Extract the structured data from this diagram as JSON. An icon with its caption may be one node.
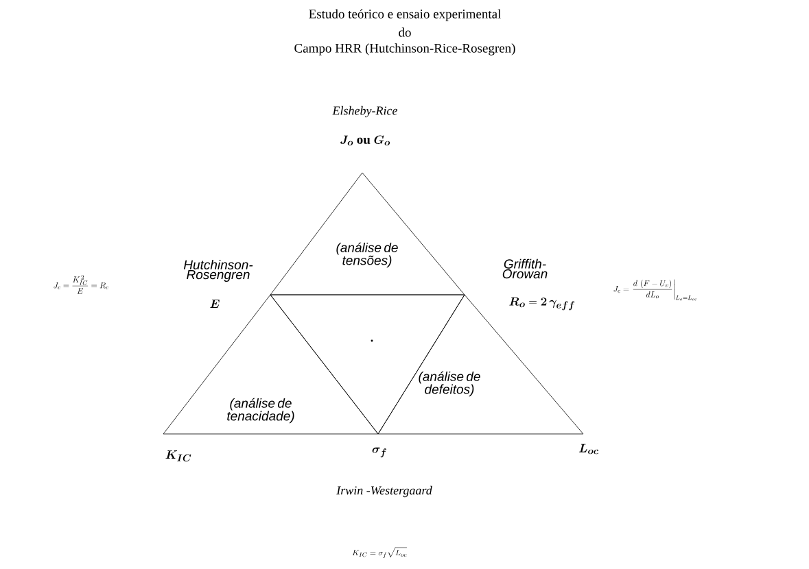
{
  "diagram": {
    "title": "Estudo teórico e ensaio experimental",
    "nodes": [
      {
        "text": [
          "(análise de tensões)"
        ]
      },
      {
        "text": [
          "(análise de tenacidade)"
        ]
      },
      {
        "text": [],
        "shape": "triangle"
      },
      {
        "text": [
          "(análise de defeitos)"
        ]
      }
    ],
    "labels": [
      "do",
      "Campo HRR (Hutchinson-Rice-Rosegren)",
      "Elsheby-Rice",
      "\\bm{J_o}\\ \\mathbf{ou}\\ \\bm{G_o}",
      "J_c = \\frac{K_{IC}^{\\,2}}{E} = R_c",
      "Hutchinson- Rosengren",
      "Griffith- Orowan",
      "J_c = \\left.\\frac{d\\,\\left(F - U_v\\right)}{d L_o}\\right|_{L_o = L_{oc}}",
      "\\bm{E}",
      "\\bm{R_o} = \\bm{2\\,\\gamma_{eff}}",
      "\\bm{K_{IC}}",
      "\\bm{\\sigma_f}",
      "\\bm{L_{oc}}",
      "Irwin -Westergaard",
      "K_{IC} = \\sigma_f \\sqrt{L_{oc}}"
    ]
  }
}
